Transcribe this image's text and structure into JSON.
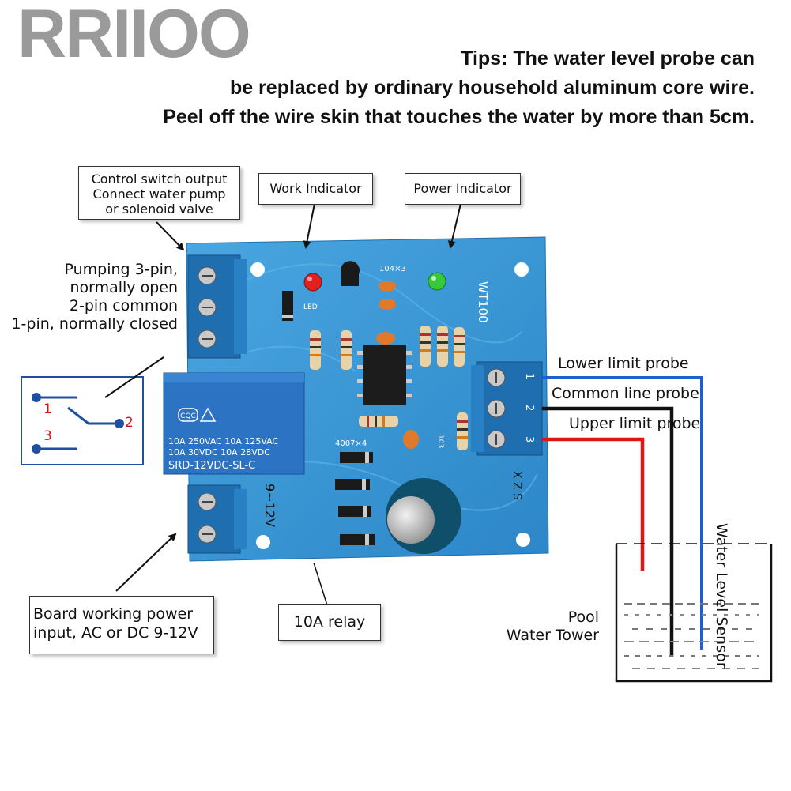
{
  "brand": "RRIIOO",
  "tips": [
    "Tips: The water level probe can",
    "be replaced by ordinary household aluminum core wire.",
    "Peel off the wire skin that touches the water by more than 5cm."
  ],
  "callouts": {
    "control_output": [
      "Control switch output",
      "Connect water pump",
      "or solenoid valve"
    ],
    "work_indicator": "Work Indicator",
    "power_indicator": "Power Indicator",
    "board_power": [
      "Board working power",
      "input, AC or DC 9-12V"
    ],
    "relay": "10A relay"
  },
  "pin_description": [
    "Pumping 3-pin,",
    "normally open",
    "2-pin common",
    "1-pin, normally closed"
  ],
  "switch_symbol": {
    "pin1": "1",
    "pin2": "2",
    "pin3": "3"
  },
  "probes": {
    "lower": "Lower limit probe",
    "common": "Common line probe",
    "upper": "Upper limit probe"
  },
  "tank": {
    "line1": "Pool",
    "line2": "Water Tower",
    "sensor": "Water Level Sensor"
  },
  "board": {
    "model": "WT100",
    "relay_brand": "CQC",
    "relay_rating_1": "10A 250VAC  10A 125VAC",
    "relay_rating_2": "10A  30VDC  10A  28VDC",
    "relay_model": "SRD-12VDC-SL-C",
    "voltage_mark": "9~12V",
    "led_mark": "LED",
    "cap_mark": "104×3",
    "diode_mark": "4007×4",
    "res_mark": "103",
    "xzs_mark": "X Z S",
    "terminal_nums": [
      "1",
      "2",
      "3"
    ]
  },
  "colors": {
    "board": "#2f8fd0",
    "terminal": "#1f6fb0",
    "wire_lower": "#1e5fd0",
    "wire_common": "#111111",
    "wire_upper": "#e01515",
    "switch_symbol": "#1e4fa0",
    "switch_numbers": "#d01818",
    "brand": "#9a9a9a"
  }
}
